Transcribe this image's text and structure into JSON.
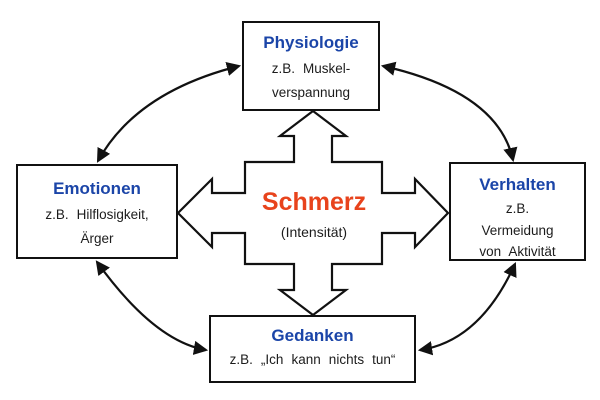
{
  "diagram": {
    "center": {
      "title": "Schmerz",
      "subtitle": "(Intensität)"
    },
    "boxes": {
      "physiologie": {
        "title": "Physiologie",
        "lines": [
          "z.B. Muskel-",
          "verspannung"
        ]
      },
      "emotionen": {
        "title": "Emotionen",
        "lines": [
          "z.B. Hilflosigkeit,",
          "Ärger"
        ]
      },
      "verhalten": {
        "title": "Verhalten",
        "lines": [
          "z.B.",
          "Vermeidung",
          "von Aktivität"
        ]
      },
      "gedanken": {
        "title": "Gedanken",
        "lines": [
          "z.B. „Ich kann nichts tun“"
        ]
      }
    },
    "connections": [
      "emotionen-physiologie-bidirectional",
      "physiologie-verhalten-bidirectional",
      "emotionen-gedanken-bidirectional",
      "verhalten-gedanken-bidirectional",
      "schmerz-four-way-arrow"
    ],
    "colors": {
      "title_blue": "#1b45a8",
      "center_red": "#e8431c",
      "line_black": "#111111",
      "background": "#ffffff"
    }
  }
}
